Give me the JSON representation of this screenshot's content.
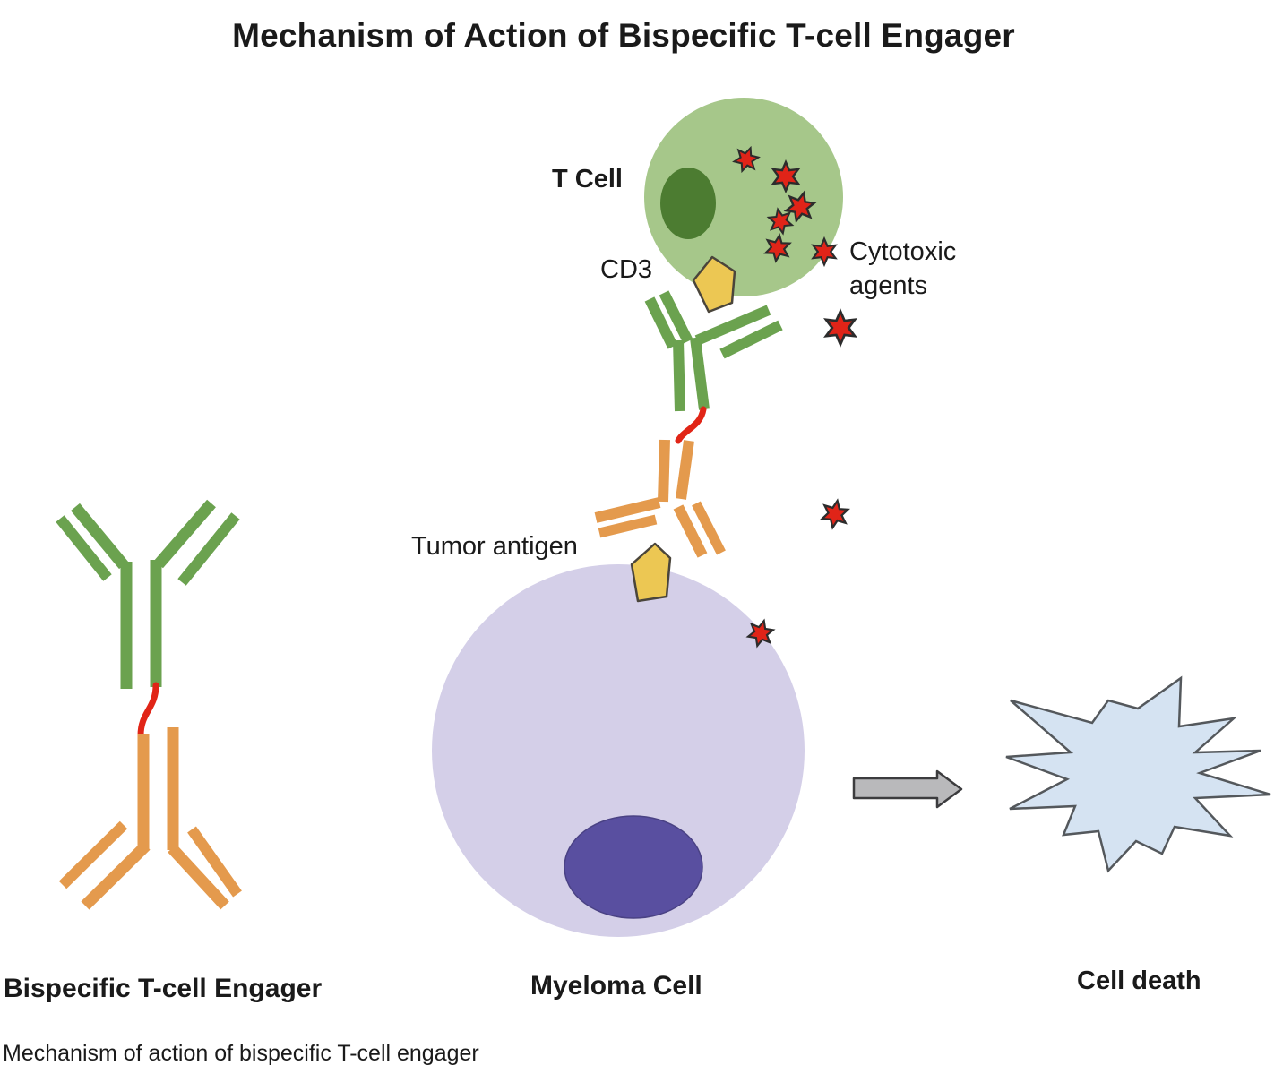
{
  "title": "Mechanism of Action of Bispecific T-cell Engager",
  "caption": "Mechanism of action of bispecific T-cell engager",
  "labels": {
    "t_cell": "T Cell",
    "cd3": "CD3",
    "cytotoxic_agents": "Cytotoxic agents",
    "tumor_antigen": "Tumor antigen",
    "bispecific_engager": "Bispecific T-cell Engager",
    "myeloma_cell": "Myeloma Cell",
    "cell_death": "Cell death"
  },
  "counts": {
    "cytotoxic_stars": 9
  },
  "colors": {
    "t_cell_body": "#a6c78a",
    "t_cell_nucleus": "#4c7c31",
    "green_antibody": "#6ba24f",
    "orange_antibody": "#e49a4d",
    "linker_red": "#e12517",
    "star_fill": "#e02418",
    "star_outline": "#2c2c2c",
    "antigen_yellow": "#ecc753",
    "pentagon_outline": "#4a453b",
    "myeloma_body": "#d4cfe8",
    "myeloma_nucleus": "#594fa0",
    "arrow_fill": "#b9b9bb",
    "arrow_outline": "#3c3c3e",
    "burst_fill": "#d5e3f2",
    "burst_outline": "#54585c",
    "text": "#1a1a1a"
  },
  "icons": {
    "cytotoxic_agent": "six-pointed-star-icon",
    "transition": "right-arrow-icon",
    "cell_death": "burst-icon",
    "receptor": "pentagon-icon"
  }
}
